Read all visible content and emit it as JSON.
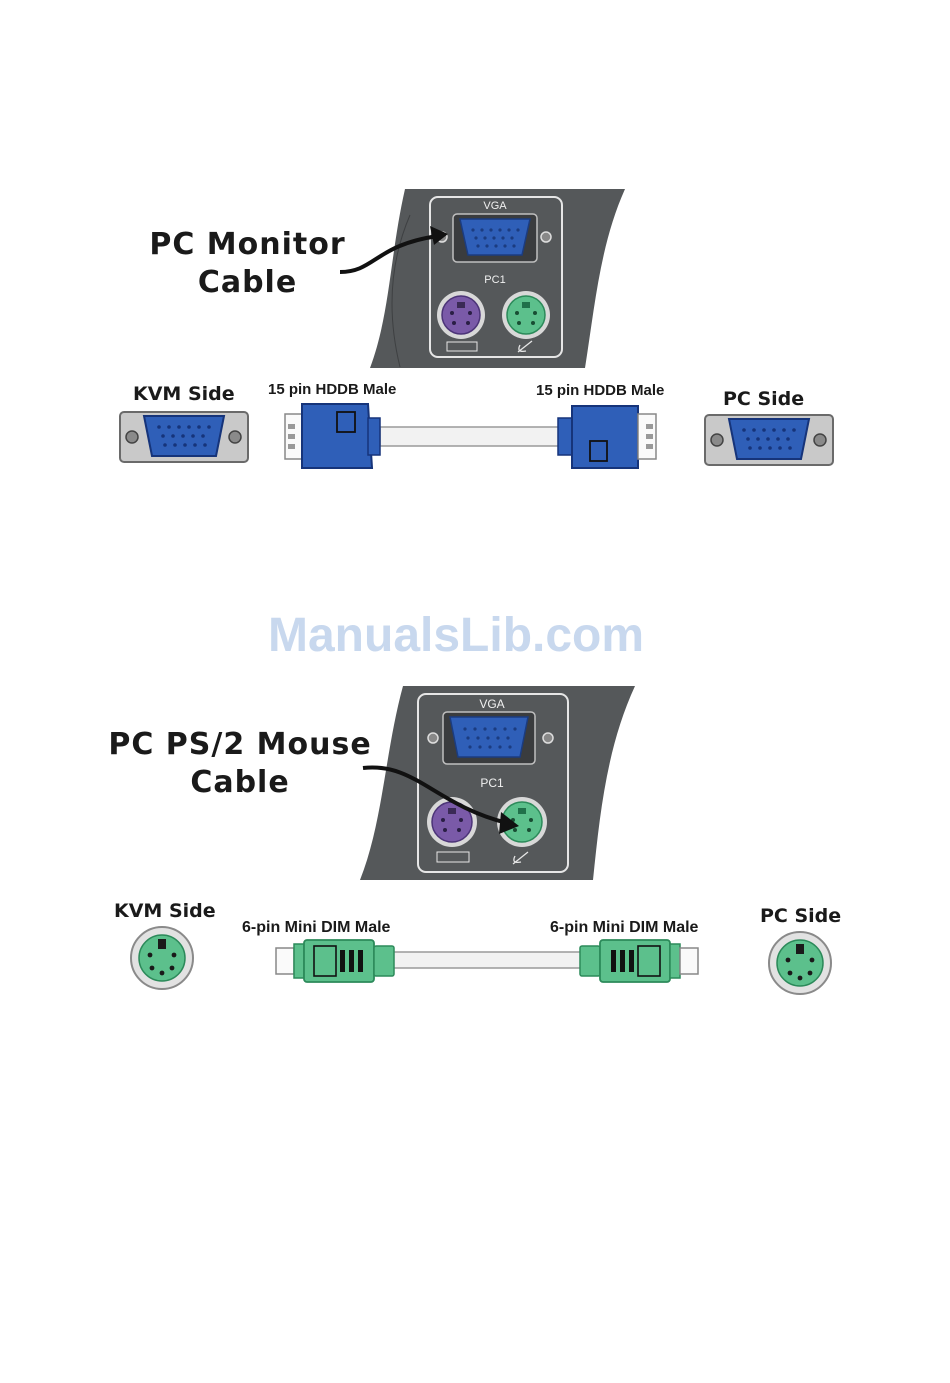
{
  "watermark": "ManualsLib.com",
  "monitor": {
    "title_line1": "PC Monitor",
    "title_line2": "Cable",
    "panel_port_label": "VGA",
    "panel_pc_label": "PC1",
    "kvm_side": "KVM Side",
    "pc_side": "PC Side",
    "connector_left": "15 pin HDDB Male",
    "connector_right": "15 pin HDDB Male",
    "colors": {
      "vga_blue": "#2f5fb8",
      "panel": "#55585a"
    }
  },
  "mouse": {
    "title_line1": "PC PS/2 Mouse",
    "title_line2": "Cable",
    "panel_port_label": "VGA",
    "panel_pc_label": "PC1",
    "kvm_side": "KVM Side",
    "pc_side": "PC Side",
    "connector_left": "6-pin Mini DIM Male",
    "connector_right": "6-pin Mini DIM Male",
    "colors": {
      "ps2_green": "#5cc08c",
      "ps2_purple": "#7a5aa8"
    }
  }
}
